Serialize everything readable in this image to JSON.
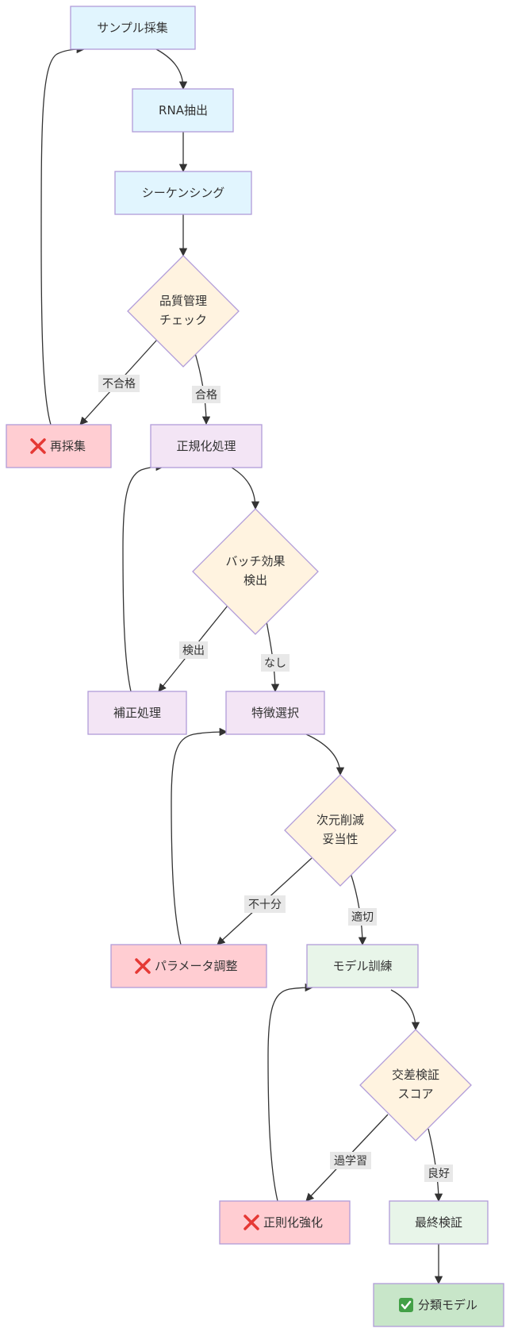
{
  "colors": {
    "blue_fill": "#e1f5fe",
    "purple_fill": "#f3e5f5",
    "orange_fill": "#fff3e0",
    "green_fill": "#e8f5e9",
    "red_fill": "#ffcdd2",
    "final_fill": "#c8e6c9",
    "border": "#b19cd9",
    "edge": "#333333",
    "edge_label_bg": "#e8e8e8"
  },
  "nodes": {
    "sample": "サンプル採集",
    "rna": "RNA抽出",
    "seq": "シーケンシング",
    "qc": [
      "品質管理",
      "チェック"
    ],
    "resample": "再採集",
    "norm": "正規化処理",
    "batch": [
      "バッチ効果",
      "検出"
    ],
    "correct": "補正処理",
    "feature": "特徴選択",
    "dimred": [
      "次元削減",
      "妥当性"
    ],
    "param": "パラメータ調整",
    "train": "モデル訓練",
    "cv": [
      "交差検証",
      "スコア"
    ],
    "reg": "正則化強化",
    "finalval": "最終検証",
    "model": "分類モデル"
  },
  "icons": {
    "fail": "cross-mark-icon",
    "success": "check-mark-icon"
  },
  "edge_labels": {
    "qc_fail": "不合格",
    "qc_pass": "合格",
    "batch_found": "検出",
    "batch_none": "なし",
    "dim_insufficient": "不十分",
    "dim_ok": "適切",
    "cv_overfit": "過学習",
    "cv_good": "良好"
  }
}
